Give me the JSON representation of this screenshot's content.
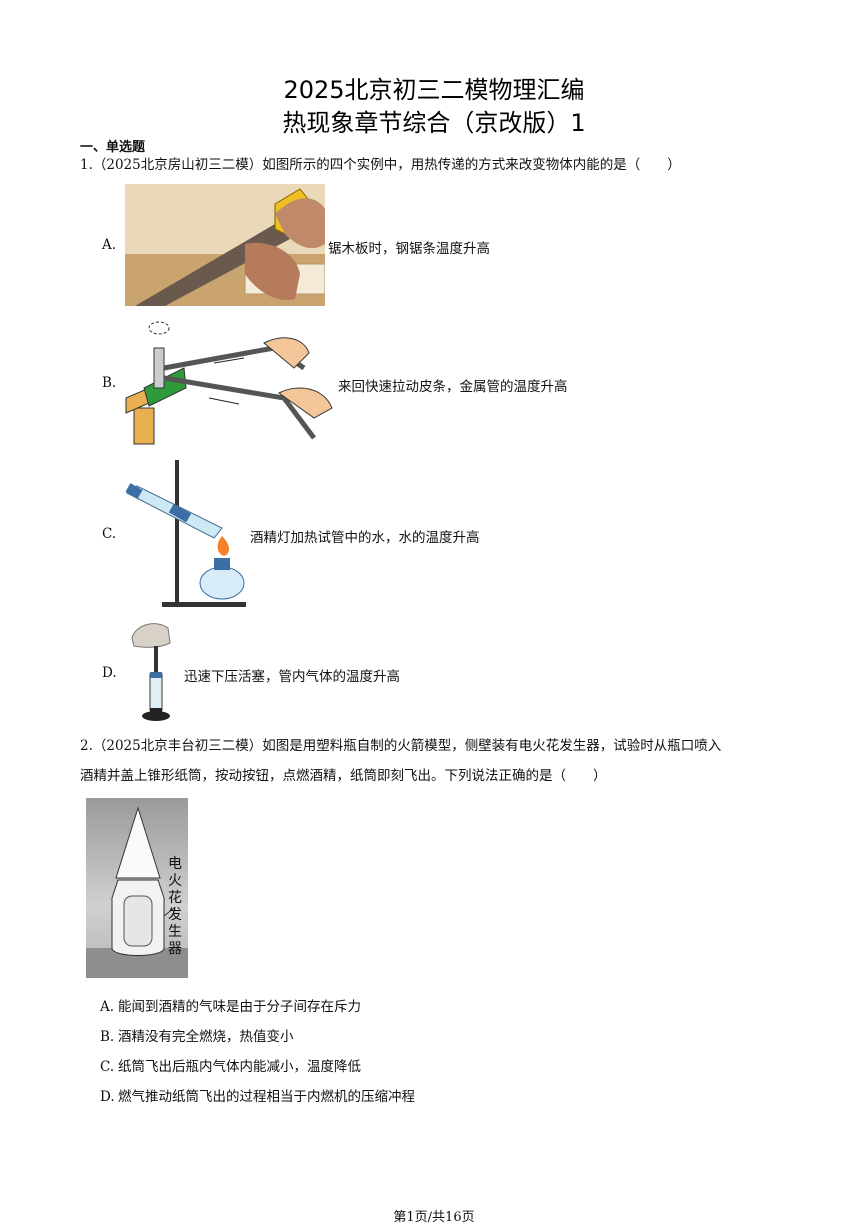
{
  "header": {
    "title_line1": "2025北京初三二模物理汇编",
    "title_line2": "热现象章节综合（京改版）1"
  },
  "section_heading": "一、单选题",
  "q1": {
    "stem": "1.（2025北京房山初三二模）如图所示的四个实例中，用热传递的方式来改变物体内能的是（　　）",
    "options": [
      {
        "letter": "A.",
        "text": "锯木板时，钢锯条温度升高"
      },
      {
        "letter": "B.",
        "text": "来回快速拉动皮条，金属管的温度升高"
      },
      {
        "letter": "C.",
        "text": "酒精灯加热试管中的水，水的温度升高"
      },
      {
        "letter": "D.",
        "text": "迅速下压活塞，管内气体的温度升高"
      }
    ]
  },
  "q2": {
    "stem_line1": "2.（2025北京丰台初三二模）如图是用塑料瓶自制的火箭模型，侧壁装有电火花发生器，试验时从瓶口喷入",
    "stem_line2": "酒精并盖上锥形纸筒，按动按钮，点燃酒精，纸筒即刻飞出。下列说法正确的是（　　）",
    "figure_label": "电火花发生器",
    "options": [
      {
        "letter": "A.",
        "text": "能闻到酒精的气味是由于分子间存在斥力"
      },
      {
        "letter": "B.",
        "text": "酒精没有完全燃烧，热值变小"
      },
      {
        "letter": "C.",
        "text": "纸筒飞出后瓶内气体内能减小，温度降低"
      },
      {
        "letter": "D.",
        "text": "燃气推动纸筒飞出的过程相当于内燃机的压缩冲程"
      }
    ]
  },
  "footer": "第1页/共16页"
}
